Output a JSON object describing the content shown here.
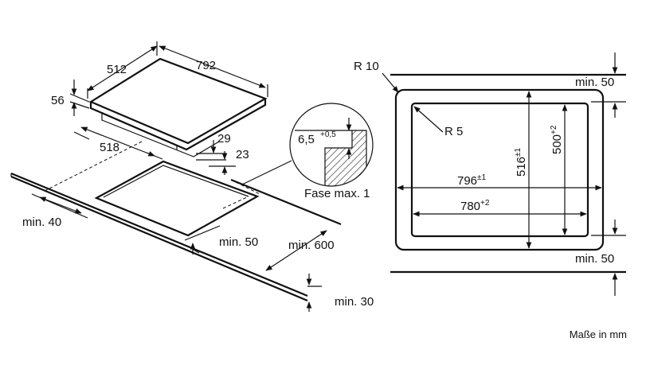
{
  "perspective": {
    "dim_width": "792",
    "dim_depth": "512",
    "dim_height": "56",
    "dim_cutout_depth": "518",
    "dim_29": "29",
    "dim_23": "23",
    "dim_min40": "min. 40",
    "dim_min50": "min. 50",
    "dim_min600": "min. 600",
    "dim_min30": "min. 30"
  },
  "detail": {
    "dim_value": "6,5",
    "dim_tol": "+0,5",
    "chamfer_label": "Fase max. 1"
  },
  "plan": {
    "corner_outer": "R 10",
    "corner_inner": "R 5",
    "width_outer": "796",
    "width_outer_tol": "±1",
    "width_inner": "780",
    "width_inner_tol": "+2",
    "depth_outer": "516",
    "depth_outer_tol": "±1",
    "depth_inner": "500",
    "depth_inner_tol": "+2",
    "clearance_top": "min. 50",
    "clearance_bottom": "min. 50"
  },
  "caption": "Maße in mm"
}
